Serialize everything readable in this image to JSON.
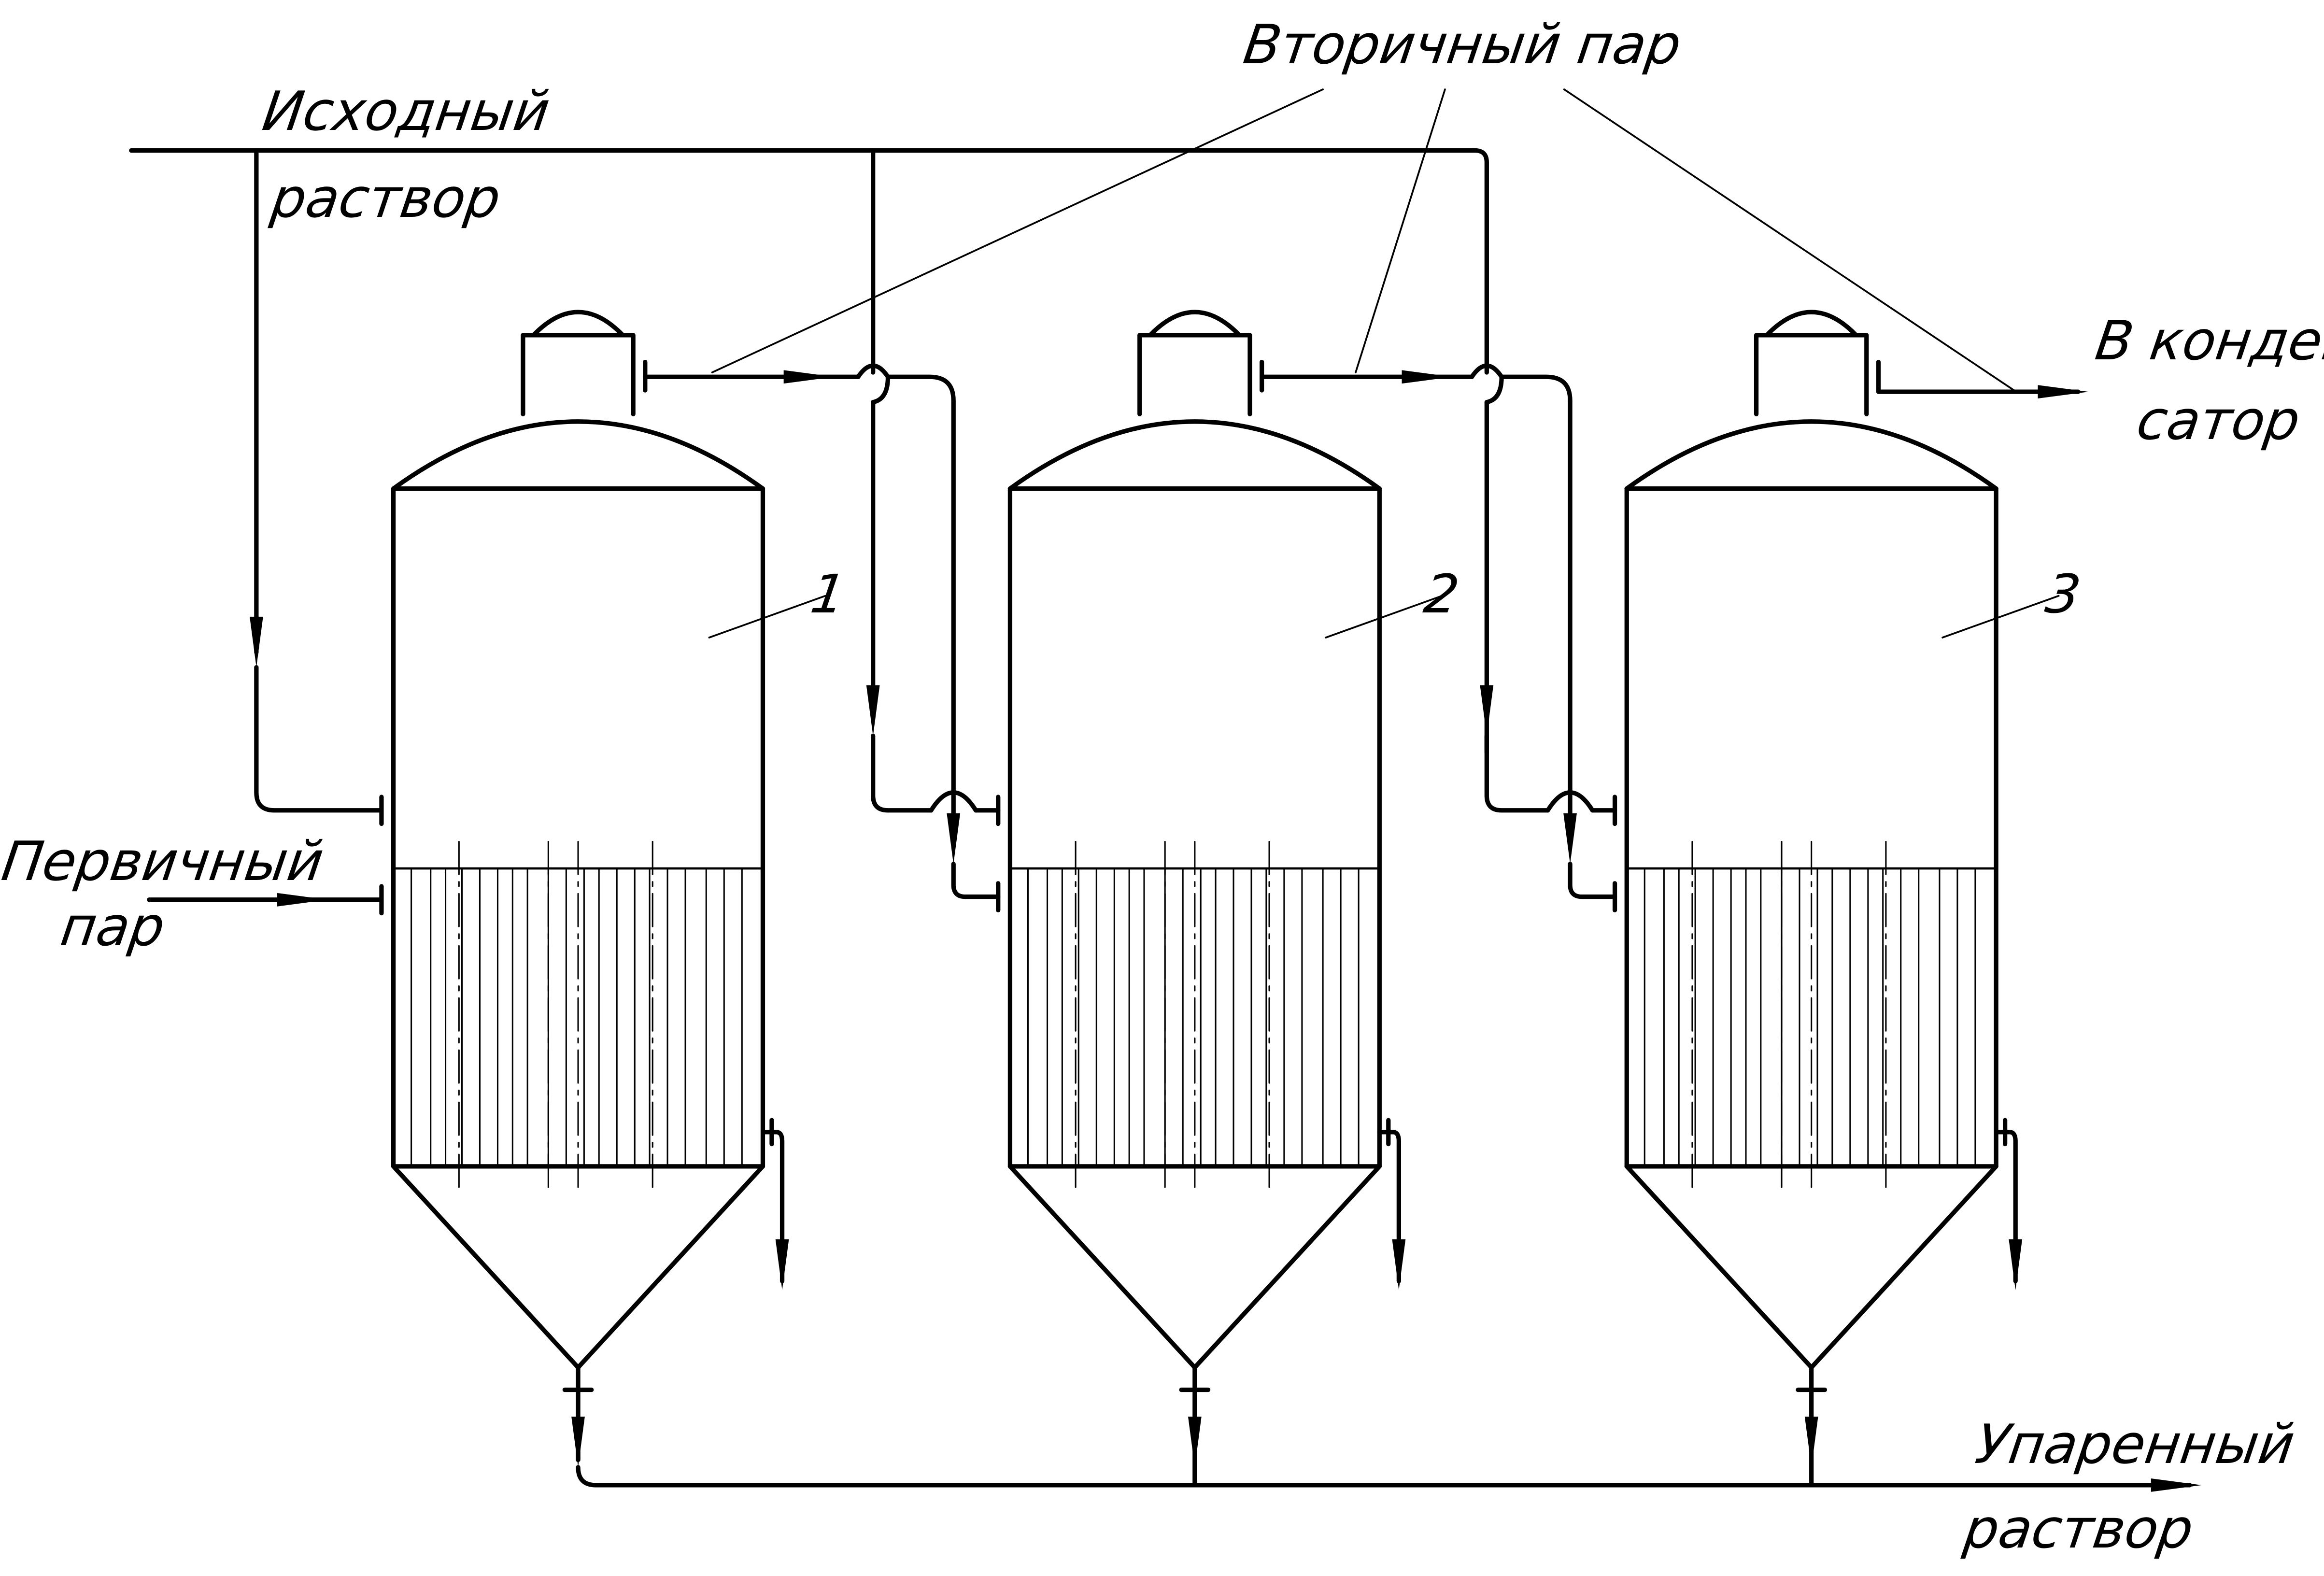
{
  "labels": {
    "feed_line1": "Исходный",
    "feed_line2": "раствор",
    "primary_line1": "Первичный",
    "primary_line2": "пар",
    "secondary": "Вторичный пар",
    "condenser_line1": "В конден–",
    "condenser_line2": "сатор",
    "product_line1": "Упаренный",
    "product_line2": "раствор"
  },
  "vessels": [
    {
      "number": "1"
    },
    {
      "number": "2"
    },
    {
      "number": "3"
    }
  ],
  "colors": {
    "line": "#000000",
    "background": "#ffffff"
  }
}
